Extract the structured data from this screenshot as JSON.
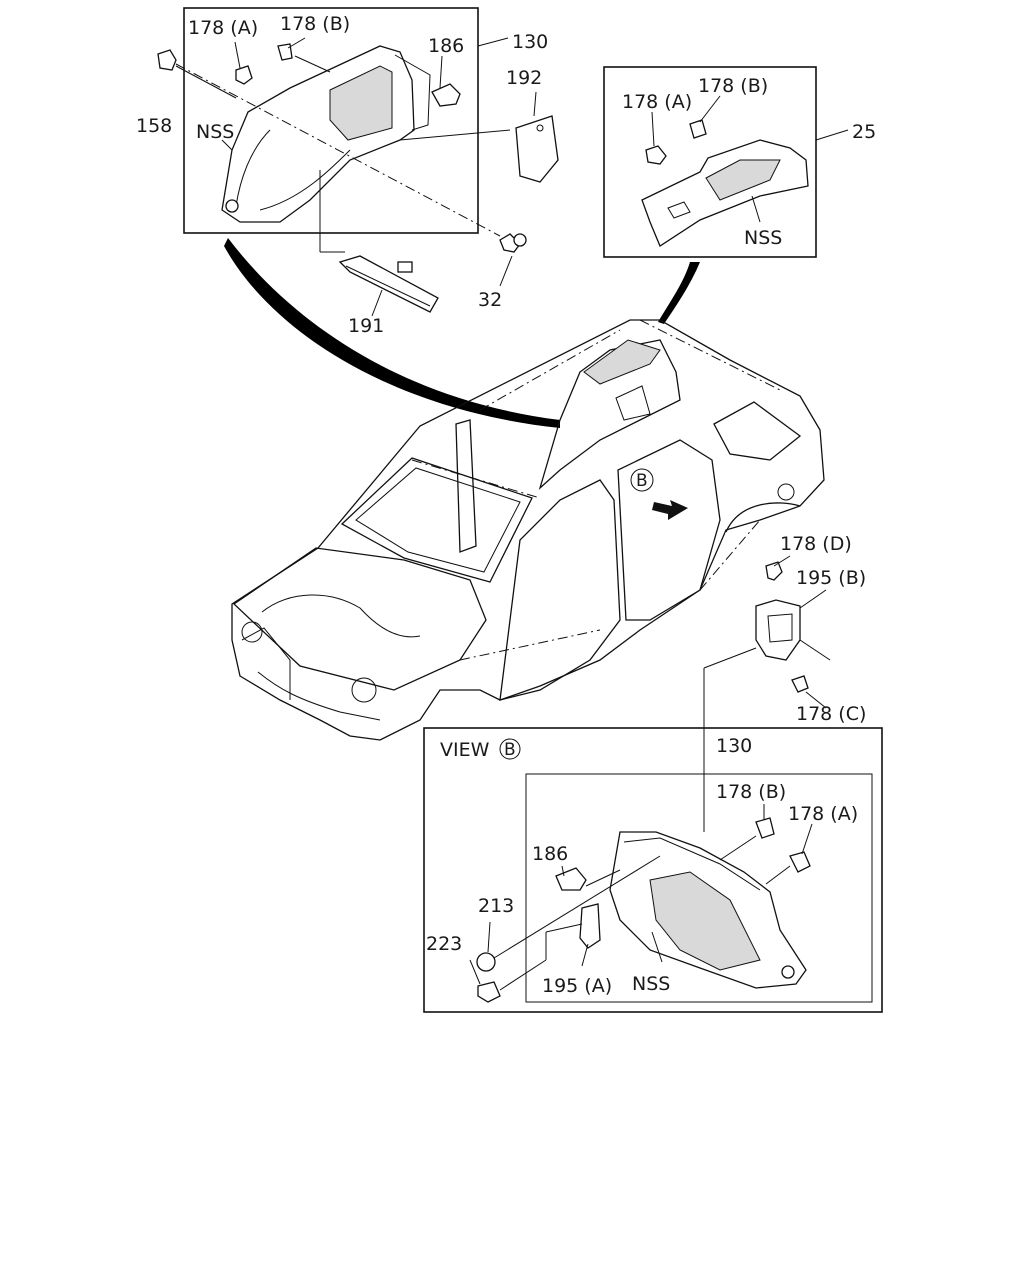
{
  "labels": {
    "l178a_top": "178 (A)",
    "l178b_top": "178 (B)",
    "l130_top": "130",
    "l186_top": "186",
    "l192": "192",
    "l158": "158",
    "lnss_top": "NSS",
    "l32": "32",
    "l191": "191",
    "l178a_r": "178 (A)",
    "l178b_r": "178 (B)",
    "l25": "25",
    "lnss_r": "NSS",
    "lb_circle": "B",
    "l178d": "178 (D)",
    "l195b": "195 (B)",
    "l178c": "178 (C)",
    "lview": "VIEW",
    "lview_b": "B",
    "l130_v": "130",
    "l178b_v": "178 (B)",
    "l178a_v": "178 (A)",
    "l186_v": "186",
    "l213": "213",
    "l223": "223",
    "l195a": "195 (A)",
    "lnss_v": "NSS"
  },
  "colors": {
    "ink": "#111111",
    "background": "#ffffff",
    "callout_fill": "#000000"
  }
}
